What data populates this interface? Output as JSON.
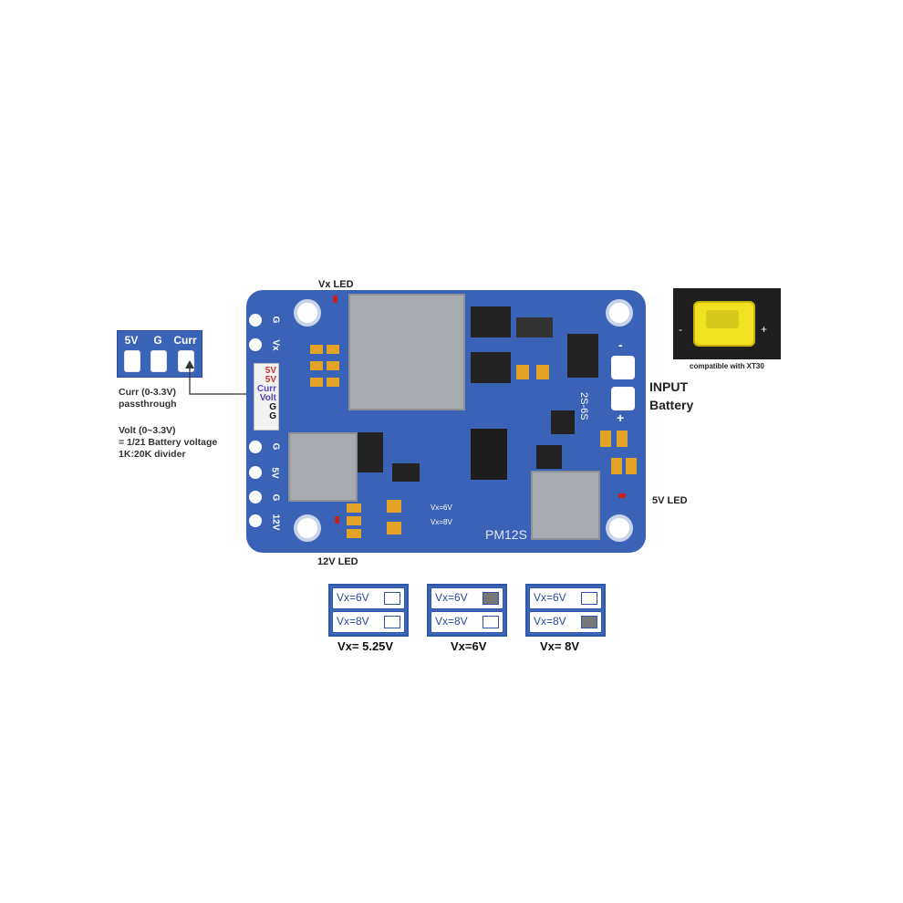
{
  "board": {
    "model": "PM12S",
    "side_mark": "2S-6S",
    "edge_labels": [
      "G",
      "Vx",
      "G",
      "5V",
      "G",
      "12V"
    ],
    "connector_labels": [
      "5V",
      "5V",
      "Curr",
      "Volt",
      "G",
      "G"
    ],
    "pad_vx6": "Vx=6V",
    "pad_vx8": "Vx=8V",
    "minus": "-",
    "plus": "+"
  },
  "labels": {
    "vx_led": "Vx LED",
    "led_12v": "12V LED",
    "led_5v": "5V LED",
    "input": "INPUT",
    "battery": "Battery",
    "xt30_note": "compatible with XT30"
  },
  "inset": {
    "pads": [
      "5V",
      "G",
      "Curr"
    ],
    "curr_note_1": "Curr (0-3.3V)",
    "curr_note_2": "passthrough",
    "volt_note_1": "Volt (0~3.3V)",
    "volt_note_2": "= 1/21 Battery voltage",
    "volt_note_3": "1K:20K divider"
  },
  "vx_settings": [
    {
      "row1": "Vx=6V",
      "row2": "Vx=8V",
      "caption": "Vx= 5.25V",
      "bridge6": false,
      "bridge8": false
    },
    {
      "row1": "Vx=6V",
      "row2": "Vx=8V",
      "caption": "Vx=6V",
      "bridge6": true,
      "bridge8": false
    },
    {
      "row1": "Vx=6V",
      "row2": "Vx=8V",
      "caption": "Vx= 8V",
      "bridge6": false,
      "bridge8": true
    }
  ],
  "colors": {
    "pcb": "#3a62b6",
    "connector_5v": "#d0312d",
    "connector_curr": "#5a3fc4",
    "xt30": "#f2e120"
  }
}
